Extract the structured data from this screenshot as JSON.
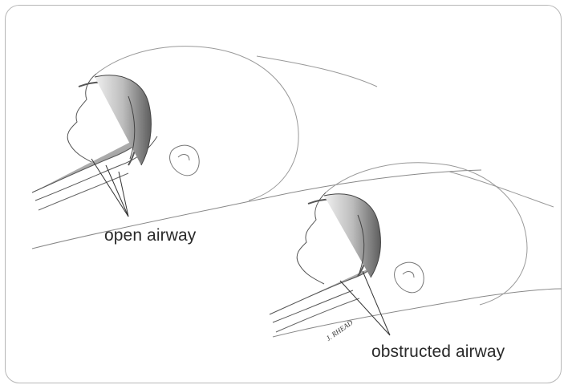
{
  "labels": {
    "open": "open airway",
    "obstructed": "obstructed airway"
  },
  "signature": "J. RHEAD",
  "colors": {
    "frame_border": "#b7b7b7",
    "line": "#555555",
    "shade_dark": "#6a6a6a",
    "shade_light": "#e6e6e6"
  }
}
